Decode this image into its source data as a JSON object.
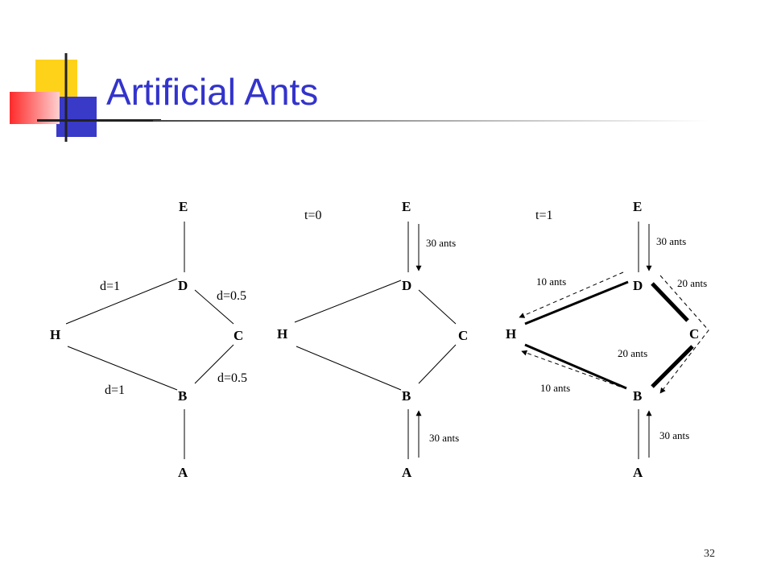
{
  "slide": {
    "title": "Artificial Ants",
    "page_number": "32"
  },
  "panels": [
    {
      "id": "graph",
      "time_label": "",
      "nodes": {
        "E": "E",
        "D": "D",
        "C": "C",
        "H": "H",
        "B": "B",
        "A": "A"
      },
      "edge_labels": {
        "HD": "d=1",
        "DC": "d=0.5",
        "CB": "d=0.5",
        "HB": "d=1"
      }
    },
    {
      "id": "t0",
      "time_label": "t=0",
      "nodes": {
        "E": "E",
        "D": "D",
        "C": "C",
        "H": "H",
        "B": "B",
        "A": "A"
      },
      "flows": {
        "top": "30 ants",
        "bottom": "30 ants"
      }
    },
    {
      "id": "t1",
      "time_label": "t=1",
      "nodes": {
        "E": "E",
        "D": "D",
        "C": "C",
        "H": "H",
        "B": "B",
        "A": "A"
      },
      "flows": {
        "top": "30 ants",
        "bottom": "30 ants",
        "dh": "10 ants",
        "bh": "10 ants",
        "dc": "20 ants",
        "cb": "20 ants"
      }
    }
  ],
  "colors": {
    "title": "#3333cc",
    "logo_yellow": "#ffd700",
    "logo_red": "#ff4444",
    "logo_blue": "#3333cc"
  }
}
